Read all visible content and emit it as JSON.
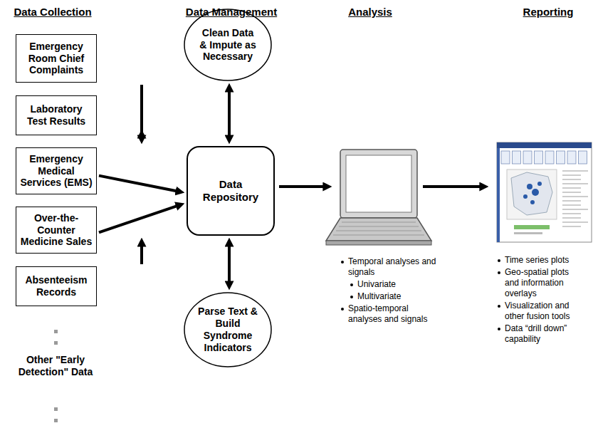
{
  "diagram": {
    "nodes": [
      {
        "text": [
          "Emergency Room Chief Complaints"
        ]
      },
      {
        "text": [
          "Laboratory Test Results"
        ]
      },
      {
        "text": [
          "Emergency Medical Services (EMS)"
        ]
      },
      {
        "text": [
          "Over-the-Counter Medicine Sales"
        ]
      },
      {
        "text": [
          "Absenteeism Records"
        ]
      },
      {
        "text": [
          "Clean Data & Impute as Necessary"
        ]
      },
      {
        "text": [
          "Data Repository"
        ]
      },
      {
        "text": [
          "Parse Text & Build Syndrome Indicators"
        ]
      }
    ],
    "edges": [
      {
        "from": 0,
        "to": 6,
        "arrow": "to"
      },
      {
        "from": 1,
        "to": 6,
        "arrow": "to"
      },
      {
        "from": 2,
        "to": 6,
        "arrow": "to"
      },
      {
        "from": 3,
        "to": 6,
        "arrow": "to"
      },
      {
        "from": 4,
        "to": 6,
        "arrow": "to"
      },
      {
        "from": 5,
        "to": 6,
        "arrow": "both"
      },
      {
        "from": 6,
        "to": 7,
        "arrow": "both"
      }
    ],
    "labels": [
      "Data Collection",
      "Data Management",
      "Analysis",
      "Reporting",
      "Other \"Early Detection\" Data",
      "Temporal analyses and signals",
      "Univariate",
      "Multivariate",
      "Spatio-temporal analyses and signals",
      "Time series plots",
      "Geo-spatial plots and information overlays",
      "Visualization and other fusion tools",
      "Data “drill down” capability"
    ]
  }
}
